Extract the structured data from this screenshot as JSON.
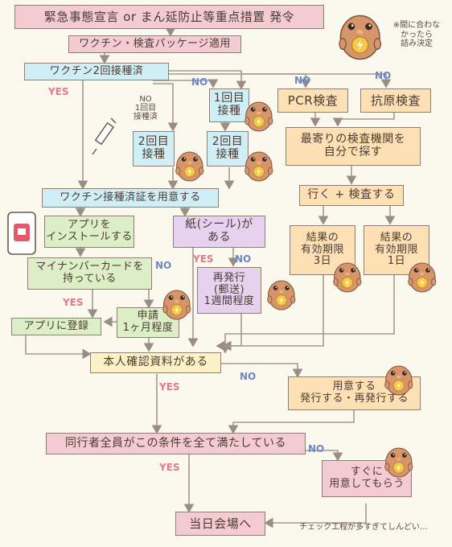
{
  "title": "緊急事態宣言 or まん延防止等重点措置 発令",
  "note_top": "※間に合わな\nかったら\n詰み決定",
  "boxes": {
    "package": "ワクチン・検査パッケージ適用",
    "vaccinated": "ワクチン2回接種済",
    "one_dose": "1回目\n接種",
    "second_dose_a": "2回目\n接種",
    "second_dose_b": "2回目\n接種",
    "pcr": "PCR検査",
    "antigen": "抗原検査",
    "nearest": "最寄りの検査機関を\n自分で探す",
    "go_test": "行く + 検査する",
    "result_3": "結果の\n有効期限\n3日",
    "result_1": "結果の\n有効期限\n1日",
    "cert": "ワクチン接種済証を用意する",
    "install": "アプリを\nインストールする",
    "paper": "紙(シール)が\nある",
    "mynumber": "マイナンバーカードを\n持っている",
    "reissue": "再発行\n(郵送)\n1週間程度",
    "apply": "申請\n1ヶ月程度",
    "register": "アプリに登録",
    "id_docs": "本人確認資料がある",
    "prepare": "用意する\n発行する・再発行する",
    "companions": "同行者全員がこの条件を全て満たしている",
    "get_ready": "すぐに\n用意してもらう",
    "venue": "当日会場へ"
  },
  "labels": {
    "yes": "YES",
    "no": "NO",
    "no_one_dose": "NO\n1回目\n接種済"
  },
  "footer_note": "チェック工程が多すぎてしんどい…",
  "colors": {
    "pink": "#f4cbd3",
    "blue": "#cfeef5",
    "green": "#dcefc7",
    "purple": "#e6d2ef",
    "peach": "#fde0b4",
    "yellow": "#fdf2c6",
    "mascot": "#d9956a",
    "badge": "#f5c84a"
  },
  "icons": [
    "syringe-icon",
    "phone-app-icon",
    "mascot-icon"
  ]
}
